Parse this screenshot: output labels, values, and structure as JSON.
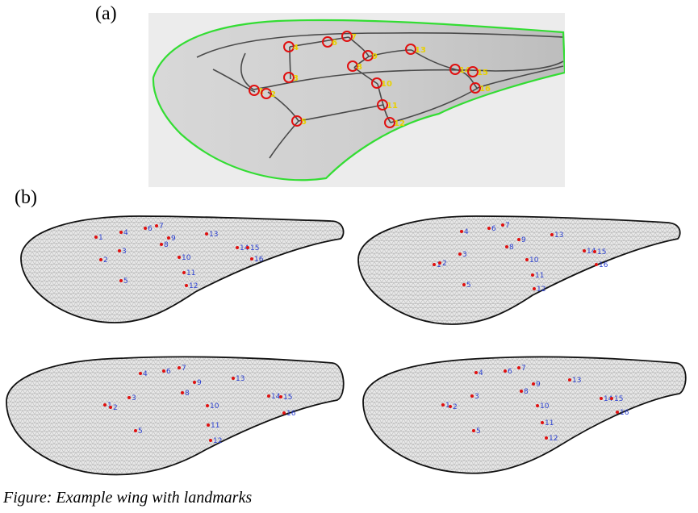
{
  "figure": {
    "panel_a_label": "(a)",
    "panel_b_label": "(b)",
    "caption_text": "Figure: Example wing with landmarks",
    "landmark_labels": [
      "1",
      "2",
      "3",
      "4",
      "5",
      "6",
      "7",
      "8",
      "9",
      "10",
      "11",
      "12",
      "13",
      "14",
      "15",
      "16"
    ],
    "colors": {
      "outline_photo": "#33dd33",
      "landmark_circle": "#e01010",
      "landmark_text_photo": "#e8d000",
      "landmark_dot": "#e01010",
      "landmark_text_mesh": "#2a3fd0",
      "mesh_outline": "#111111",
      "mesh_fill": "#e8e8e8"
    },
    "mesh_panels": [
      {
        "position": "top-left"
      },
      {
        "position": "top-right"
      },
      {
        "position": "bottom-left"
      },
      {
        "position": "bottom-right"
      }
    ]
  }
}
